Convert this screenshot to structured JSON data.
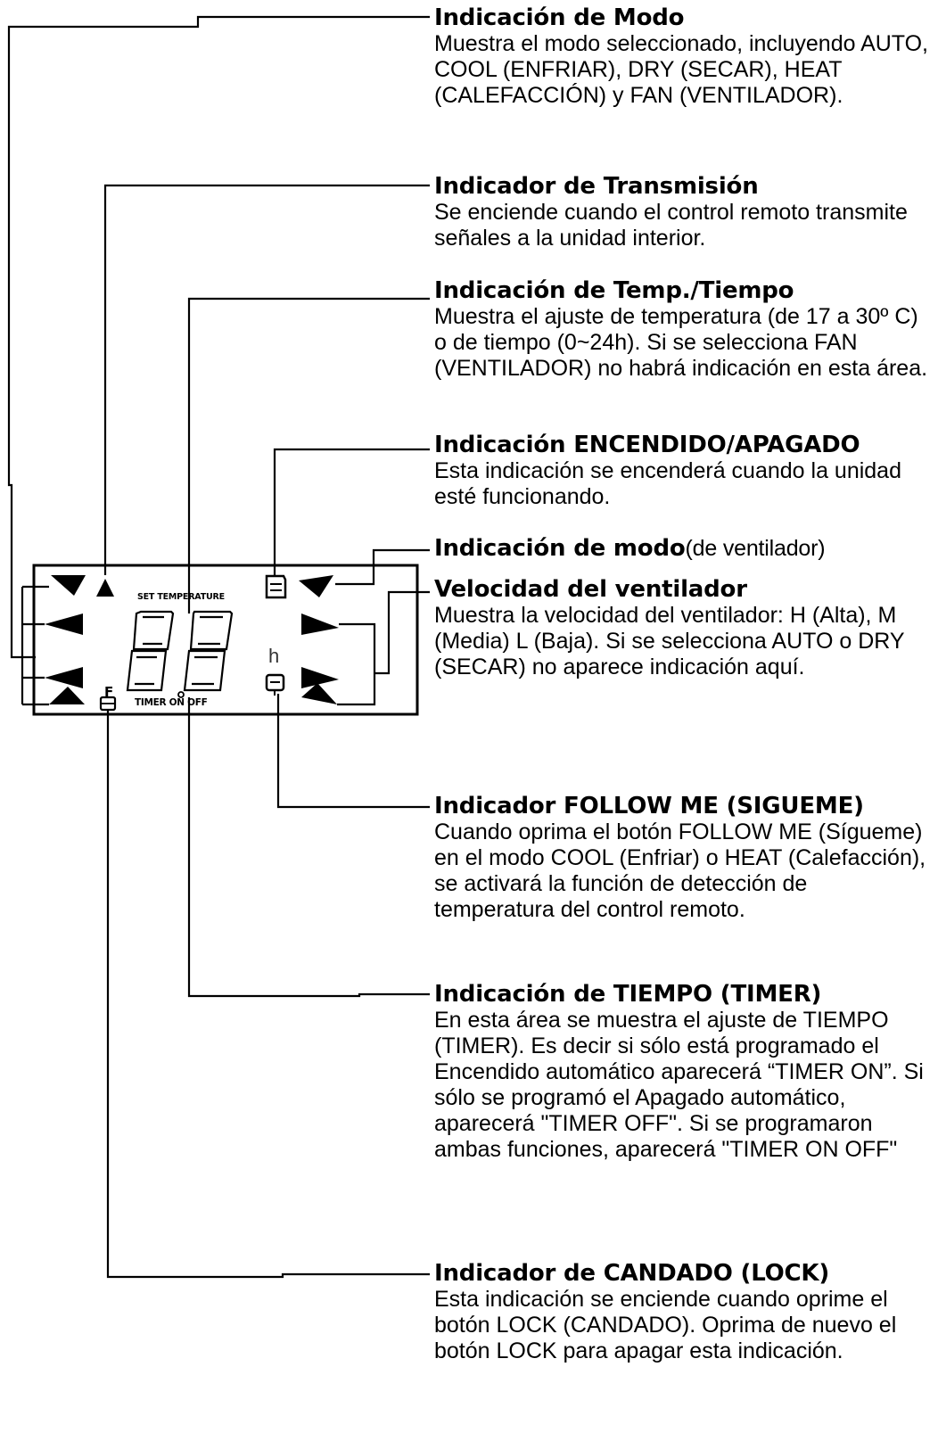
{
  "notes": [
    {
      "title": "Indicación de Modo",
      "desc": "Muestra el modo seleccionado, incluyendo AUTO, COOL (ENFRIAR), DRY (SECAR), HEAT (CALEFACCIÓN) y FAN (VENTILADOR)."
    },
    {
      "title": "Indicador de Transmisión",
      "desc": "Se enciende cuando el control remoto transmite señales a la unidad interior."
    },
    {
      "title": "Indicación de Temp./Tiempo",
      "desc": "Muestra el ajuste de temperatura (de 17 a 30º C) o de tiempo (0~24h). Si se selecciona FAN (VENTILADOR) no habrá indicación en esta área."
    },
    {
      "title": "Indicación ENCENDIDO/APAGADO",
      "desc": "Esta indicación se encenderá cuando la unidad esté funcionando."
    },
    {
      "title": "Indicación de modo",
      "title_suffix": "(de ventilador)",
      "desc": ""
    },
    {
      "title": "Velocidad del ventilador",
      "desc": "Muestra la velocidad del ventilador: H (Alta), M (Media) L (Baja). Si se selecciona AUTO o DRY (SECAR) no aparece indicación aquí."
    },
    {
      "title": "Indicador FOLLOW ME (SIGUEME)",
      "desc": "Cuando oprima el botón FOLLOW ME (Sígueme) en el modo COOL (Enfriar) o HEAT (Calefacción), se activará la función de detección de temperatura del control remoto."
    },
    {
      "title": "Indicación de TIEMPO (TIMER)",
      "desc": "En esta área se muestra el ajuste de TIEMPO (TIMER). Es decir si sólo está programado el Encendido automático aparecerá “TIMER ON”. Si sólo se programó el Apagado automático, aparecerá \"TIMER OFF\". Si se programaron ambas funciones, aparecerá \"TIMER ON OFF\""
    },
    {
      "title": "Indicador de CANDADO (LOCK)",
      "desc": "Esta indicación se enciende cuando oprime el botón LOCK (CANDADO). Oprima de nuevo el botón LOCK para apagar esta indicación."
    }
  ],
  "lcd": {
    "set_temperature": "SET TEMPERATURE",
    "timer_on_off": "TIMER ON OFF",
    "hour_unit": "h",
    "digits": "88",
    "lock_letter": "F"
  }
}
